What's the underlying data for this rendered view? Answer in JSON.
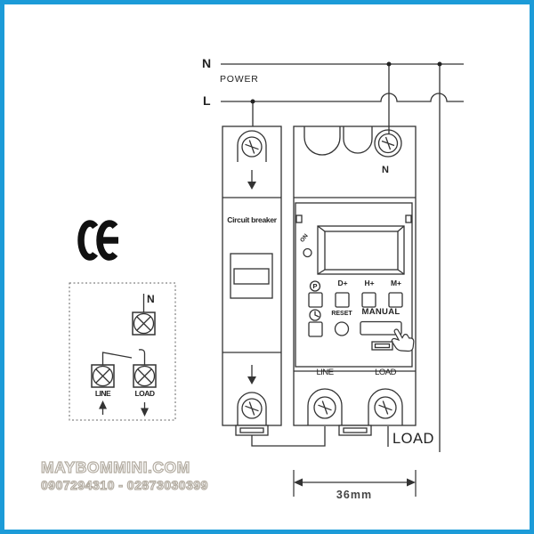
{
  "power": {
    "n": "N",
    "power": "POWER",
    "l": "L"
  },
  "breaker": {
    "label": "Circuit breaker"
  },
  "timer": {
    "n_terminal": "N",
    "on_indicator": "ON",
    "p_icon_letter": "P",
    "day_button": "D+",
    "hour_button": "H+",
    "minute_button": "M+",
    "reset_button": "RESET",
    "manual_button": "MANUAL",
    "line_terminal": "LINE",
    "load_terminal": "LOAD"
  },
  "output": {
    "load_label": "LOAD"
  },
  "dimension": {
    "width": "36mm"
  },
  "mini_diagram": {
    "n": "N",
    "line": "LINE",
    "load": "LOAD"
  },
  "certification": {
    "ce": "CE"
  },
  "watermark": {
    "line1": "MAYBOMMINI.COM",
    "line2": "0907294310 - 02873030399"
  },
  "colors": {
    "frame": "#1c9bd8",
    "ink": "#333333",
    "watermark_outline": "#b3aca1"
  },
  "icons": {
    "ce_mark": "ce-mark-icon",
    "screw": "phillips-screw-icon",
    "clock": "clock-icon",
    "program": "circled-p-icon",
    "hand": "pointing-hand-icon",
    "led": "on-led-icon"
  }
}
